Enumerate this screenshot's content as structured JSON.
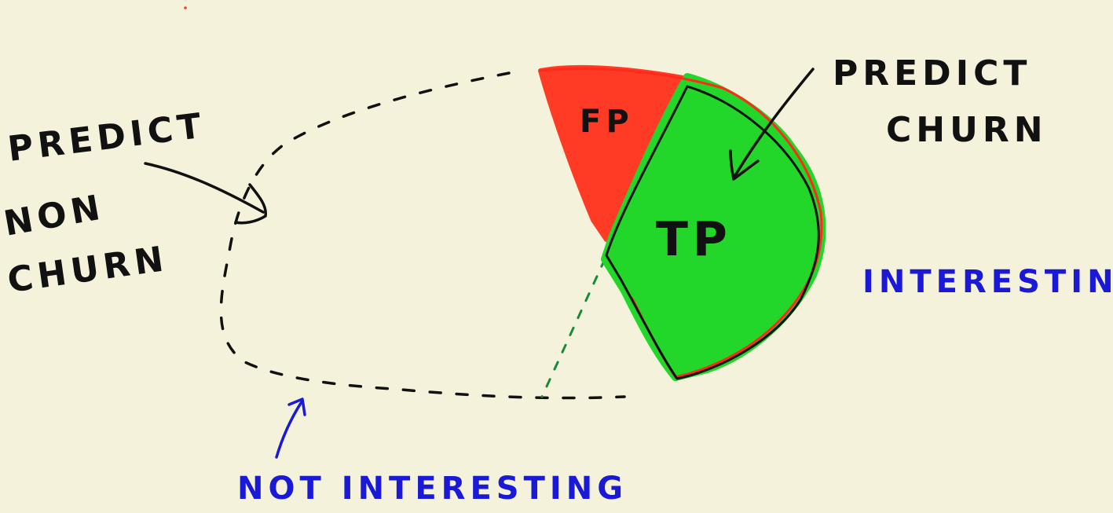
{
  "diagram": {
    "colors": {
      "background": "#f5f2dc",
      "false_positive": "#ff3b26",
      "true_positive": "#22d62a",
      "ink": "#111111",
      "emphasis": "#1a1ad6"
    },
    "labels": {
      "predict_non_churn": [
        "PREDICT",
        "NON",
        "CHURN"
      ],
      "predict_churn": [
        "PREDICT",
        "CHURN"
      ],
      "fp": "FP",
      "tp": "TP",
      "interesting": "INTERESTING",
      "not_interesting": "NOT INTERESTING"
    },
    "icons": [
      "arrow-icon",
      "arrow-icon",
      "arrow-icon"
    ]
  }
}
